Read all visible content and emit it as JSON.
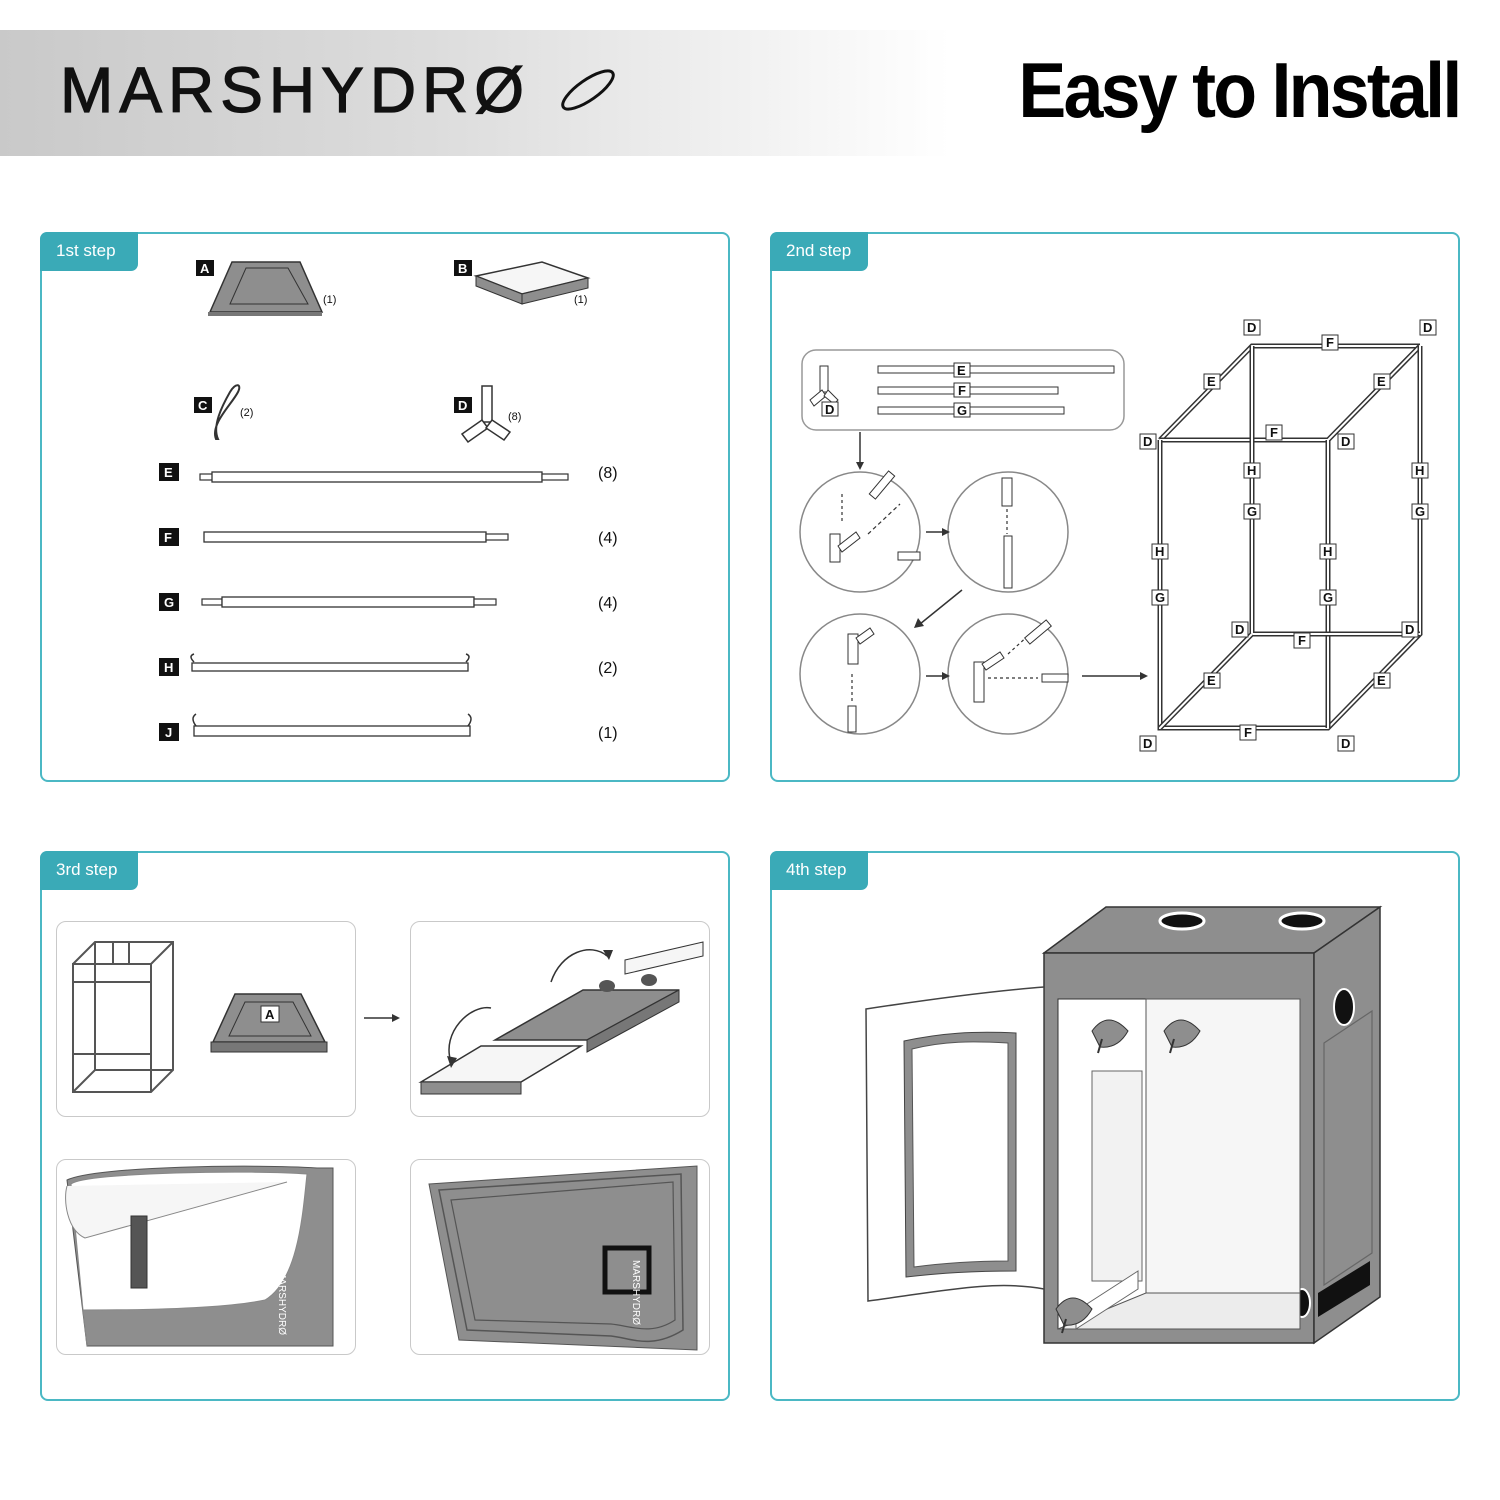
{
  "header": {
    "brand": "MARSHYDRØ",
    "title": "Easy to Install"
  },
  "steps": [
    {
      "label": "1st step"
    },
    {
      "label": "2nd step"
    },
    {
      "label": "3rd step"
    },
    {
      "label": "4th step"
    }
  ],
  "parts": {
    "A": {
      "letter": "A",
      "qty": "(1)"
    },
    "B": {
      "letter": "B",
      "qty": "(1)"
    },
    "C": {
      "letter": "C",
      "qty": "(2)"
    },
    "D": {
      "letter": "D",
      "qty": "(8)"
    },
    "E": {
      "letter": "E",
      "qty": "(8)"
    },
    "F": {
      "letter": "F",
      "qty": "(4)"
    },
    "G": {
      "letter": "G",
      "qty": "(4)"
    },
    "H": {
      "letter": "H",
      "qty": "(2)"
    },
    "J": {
      "letter": "J",
      "qty": "(1)"
    }
  },
  "frame_labels": {
    "D": "D",
    "E": "E",
    "F": "F",
    "G": "G",
    "H": "H",
    "A": "A"
  },
  "colors": {
    "accent": "#3aaab7",
    "fabric_grey": "#8e8e8e"
  }
}
